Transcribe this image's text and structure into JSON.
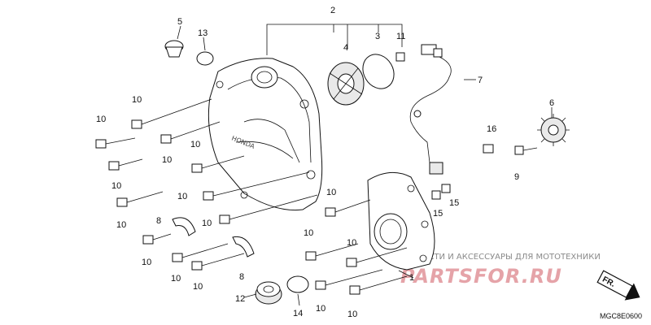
{
  "diagram": {
    "callouts": {
      "c1": "1",
      "c2": "2",
      "c3": "3",
      "c4": "4",
      "c5": "5",
      "c6": "6",
      "c7": "7",
      "c8a": "8",
      "c8b": "8",
      "c9": "9",
      "c10a": "10",
      "c10b": "10",
      "c10c": "10",
      "c10d": "10",
      "c10e": "10",
      "c10f": "10",
      "c10g": "10",
      "c10h": "10",
      "c10i": "10",
      "c10j": "10",
      "c10k": "10",
      "c10l": "10",
      "c10m": "10",
      "c10n": "10",
      "c10o": "10",
      "c11": "11",
      "c12": "12",
      "c13": "13",
      "c14": "14",
      "c15a": "15",
      "c15b": "15",
      "c16": "16"
    },
    "direction_label": "FR.",
    "diagram_code": "MGC8E0600",
    "cover_brand": "HONDA"
  },
  "watermark": {
    "tagline": "ЗАПЧАСТИ И АКСЕССУАРЫ ДЛЯ МОТОТЕХНИКИ",
    "logo_text": "PARTSFOR.RU"
  },
  "colors": {
    "line": "#111111",
    "watermark_pink": "#e5a3a8",
    "watermark_grey": "#8a8a8a"
  }
}
